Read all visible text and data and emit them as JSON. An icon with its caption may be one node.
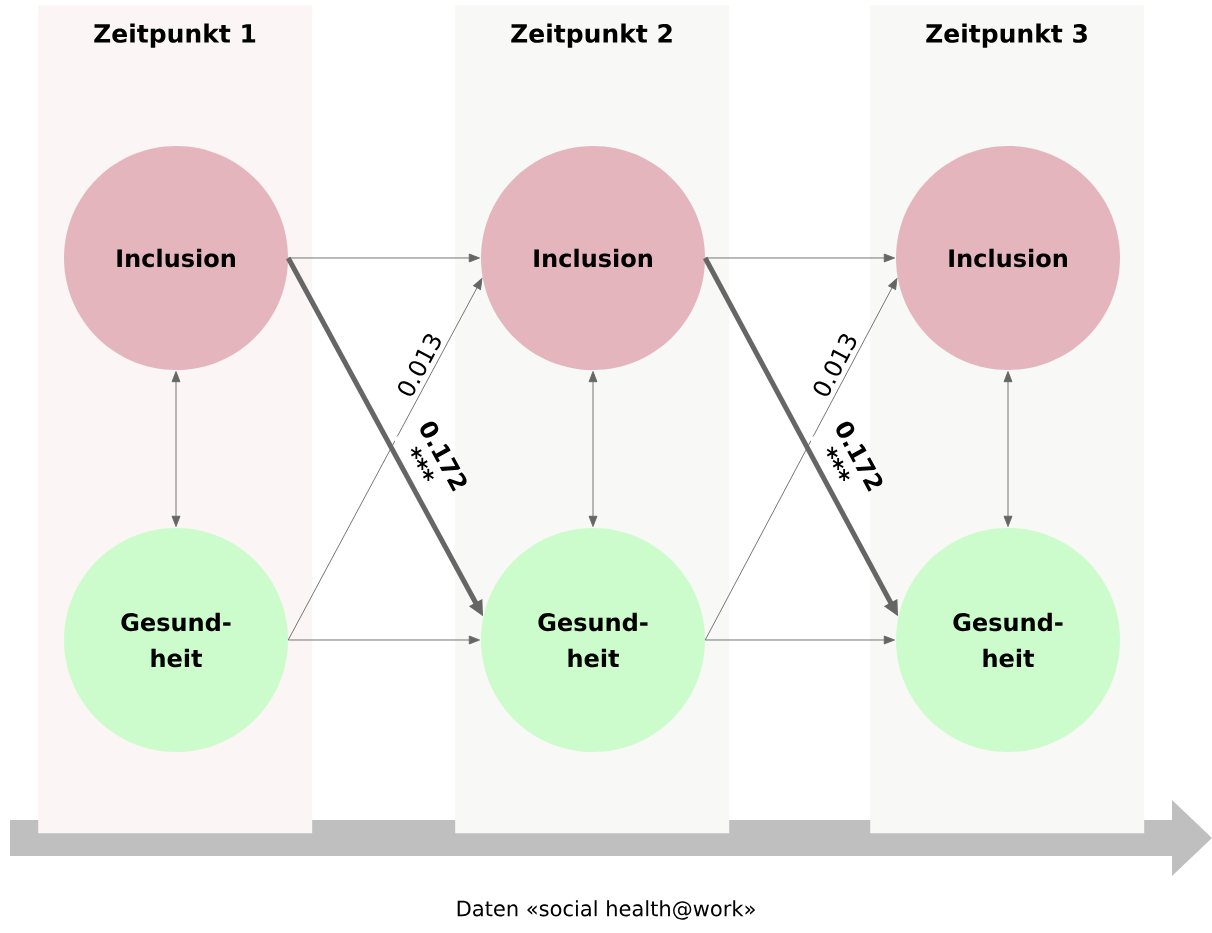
{
  "diagram": {
    "caption": "Daten «social health@work»",
    "nodes": [
      {
        "text": [
          "Zeitpunkt 1"
        ]
      },
      {
        "text": [
          "Inclusion"
        ],
        "in": 0
      },
      {
        "text": [
          "Gesund- heit"
        ],
        "in": 0
      },
      {
        "text": [
          "Zeitpunkt 2"
        ]
      },
      {
        "text": [
          "Inclusion"
        ],
        "in": 3
      },
      {
        "text": [
          "Gesund- heit"
        ],
        "in": 3
      },
      {
        "text": [
          "Zeitpunkt 3"
        ]
      },
      {
        "text": [
          "Inclusion"
        ],
        "in": 6
      },
      {
        "text": [
          "Gesund- heit"
        ],
        "in": 6
      }
    ],
    "edges": [
      {
        "from": 1,
        "to": 2,
        "arrow": "both"
      },
      {
        "from": 4,
        "to": 5,
        "arrow": "both"
      },
      {
        "from": 7,
        "to": 8,
        "arrow": "both"
      },
      {
        "from": 1,
        "to": 4,
        "arrow": "to"
      },
      {
        "from": 1,
        "to": 5,
        "arrow": "to",
        "style": "thick",
        "label": "0.172 ***"
      },
      {
        "from": 2,
        "to": 4,
        "arrow": "to",
        "label": "0.013"
      },
      {
        "from": 2,
        "to": 5,
        "arrow": "to"
      },
      {
        "from": 4,
        "to": 7,
        "arrow": "to"
      },
      {
        "from": 4,
        "to": 8,
        "arrow": "to",
        "style": "thick",
        "label": "0.172 ***"
      },
      {
        "from": 5,
        "to": 7,
        "arrow": "to",
        "label": "0.013"
      },
      {
        "from": 5,
        "to": 8,
        "arrow": "to"
      }
    ]
  }
}
